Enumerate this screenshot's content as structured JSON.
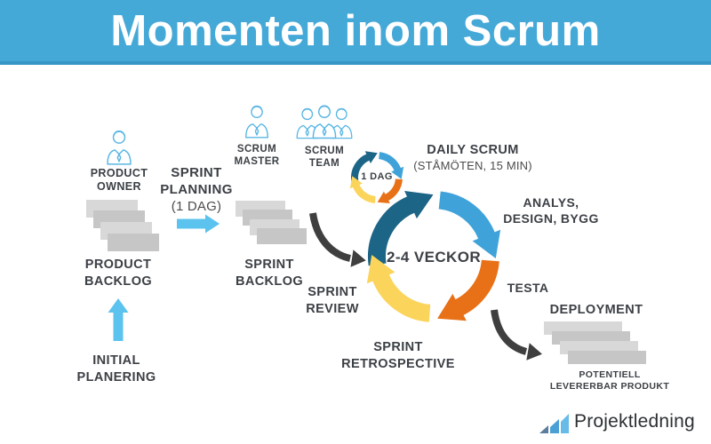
{
  "header": {
    "title": "Momenten inom Scrum"
  },
  "labels": {
    "product_owner": [
      "PRODUCT",
      "OWNER"
    ],
    "product_backlog": [
      "PRODUCT",
      "BACKLOG"
    ],
    "initial_planering": [
      "INITIAL",
      "PLANERING"
    ],
    "sprint_planning": [
      "SPRINT",
      "PLANNING"
    ],
    "sprint_planning_duration": "(1 DAG)",
    "scrum_master": [
      "SCRUM",
      "MASTER"
    ],
    "scrum_team": [
      "SCRUM",
      "TEAM"
    ],
    "daily_scrum": "DAILY SCRUM",
    "daily_scrum_sub": "(STÅMÖTEN, 15 MIN)",
    "mini_cycle": "1 DAG",
    "sprint_length": "2-4 VECKOR",
    "analys_design_bygg": [
      "ANALYS,",
      "DESIGN, BYGG"
    ],
    "testa": "TESTA",
    "sprint_review": [
      "SPRINT",
      "REVIEW"
    ],
    "sprint_backlog": [
      "SPRINT",
      "BACKLOG"
    ],
    "sprint_retrospective": [
      "SPRINT",
      "RETROSPECTIVE"
    ],
    "deployment": "DEPLOYMENT",
    "potentiell": [
      "POTENTIELL",
      "LEVERERBAR PRODUKT"
    ],
    "logo": "Projektledning"
  },
  "colors": {
    "header_bg": "#45a9d8",
    "header_edge": "#3796c6",
    "teal": "#1d6586",
    "blue": "#3fa3da",
    "orange": "#e87117",
    "yellow": "#fbd45c",
    "arrowblue": "#5bc3ee",
    "dark": "#3f3f3f",
    "person": "#5ab6e4",
    "cardA": "#d8d8d8",
    "cardB": "#c6c6c6",
    "text": "#3c4045",
    "subtext": "#4c4c4c",
    "logo_bar1": "#5b7e9c",
    "logo_bar2": "#4aa0d5",
    "logo_bar3": "#66bbe8",
    "logo_text": "#2c3034"
  }
}
